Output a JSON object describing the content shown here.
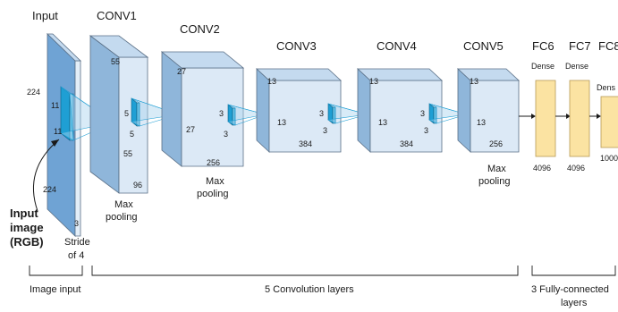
{
  "headers": {
    "input": "Input",
    "conv1": "CONV1",
    "conv2": "CONV2",
    "conv3": "CONV3",
    "conv4": "CONV4",
    "conv5": "CONV5",
    "fc6": "FC6",
    "fc7": "FC7",
    "fc8": "FC8"
  },
  "input_dims": {
    "height": "224",
    "width": "224",
    "depth": "3",
    "kernel_h": "11",
    "kernel_w": "11"
  },
  "conv1_dims": {
    "height": "55",
    "width": "55",
    "depth": "96",
    "kernel_h": "5",
    "kernel_w": "5"
  },
  "conv2_dims": {
    "height": "27",
    "width": "27",
    "depth": "256",
    "kernel_h": "3",
    "kernel_w": "3"
  },
  "conv3_dims": {
    "height": "13",
    "width": "13",
    "depth": "384",
    "kernel_h": "3",
    "kernel_w": "3"
  },
  "conv4_dims": {
    "height": "13",
    "width": "13",
    "depth": "384",
    "kernel_h": "3",
    "kernel_w": "3"
  },
  "conv5_dims": {
    "height": "13",
    "width": "13",
    "depth": "256"
  },
  "captions": {
    "pool_word": "Max",
    "pool_word2": "pooling",
    "stride_line1": "Stride",
    "stride_line2": "of 4",
    "input_image_line1": "Input",
    "input_image_line2": "image",
    "input_image_line3": "(RGB)"
  },
  "fc": {
    "fc6_type": "Dense",
    "fc6_units": "4096",
    "fc7_type": "Dense",
    "fc7_units": "4096",
    "fc8_type": "Dens",
    "fc8_units": "1000"
  },
  "brackets": {
    "image_input": "Image input",
    "conv_layers": "5 Convolution layers",
    "fc_line1": "3 Fully-connected",
    "fc_line2": "layers"
  },
  "colors": {
    "front": "#dce9f6",
    "side": "#8fb6da",
    "top": "#c4daef",
    "kernel": "#1f9fd4",
    "fc_fill": "#fbe3a2",
    "fc_stroke": "#b89a55"
  }
}
